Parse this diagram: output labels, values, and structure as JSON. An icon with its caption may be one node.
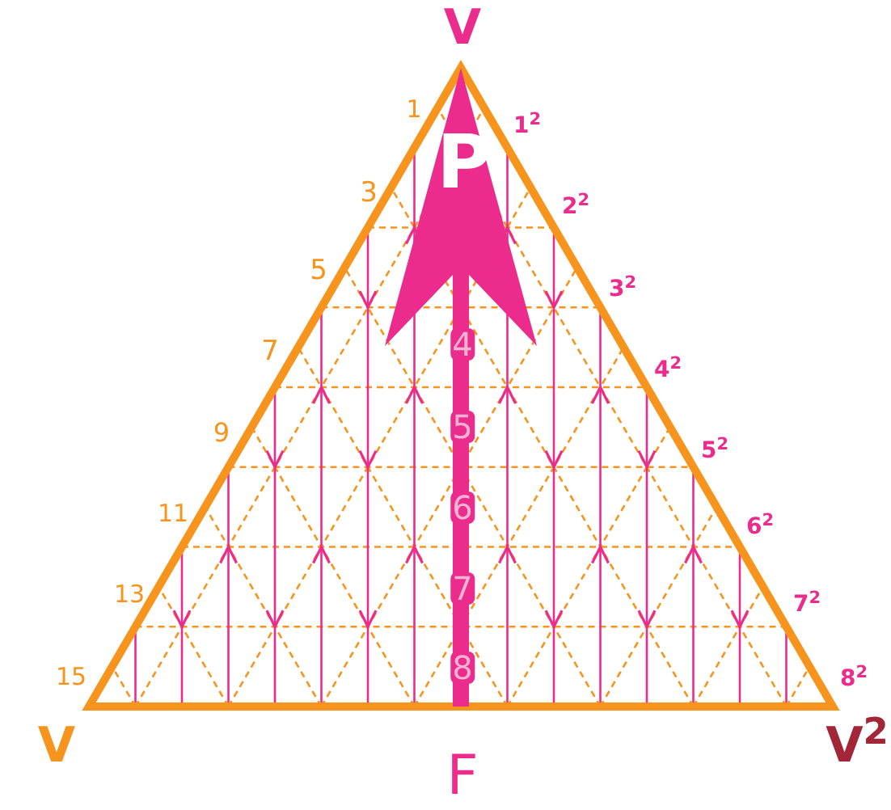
{
  "diagram": {
    "labels": [
      "V",
      "1",
      "1$^{2}$",
      "P",
      "3",
      "2$^{2}$",
      "5",
      "3$^{2}$",
      "7",
      "4$^{2}$",
      "4",
      "9",
      "5$^{2}$",
      "5",
      "11",
      "6$^{2}$",
      "6",
      "13",
      "7$^{2}$",
      "7",
      "15",
      "8",
      "8$^{2}$",
      "V",
      "V$^{2}$",
      "F"
    ]
  }
}
